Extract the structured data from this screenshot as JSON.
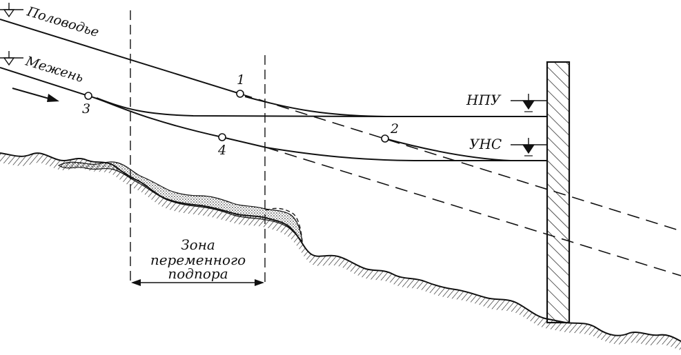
{
  "labels": {
    "flood": "Половодье",
    "lowwater": "Межень",
    "npu": "НПУ",
    "uns": "УНС",
    "zone_line1": "Зона",
    "zone_line2": "переменного",
    "zone_line3": "подпора"
  },
  "points": {
    "p1": "1",
    "p2": "2",
    "p3": "3",
    "p4": "4"
  },
  "colors": {
    "ink": "#111111",
    "background": "#ffffff"
  }
}
